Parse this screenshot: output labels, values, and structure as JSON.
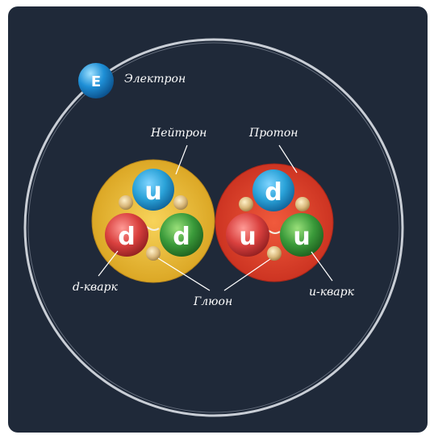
{
  "colors": {
    "background": "#1f2939",
    "neutron": "#e8b62c",
    "proton": "#e4412a",
    "quark_u_blue": "#2aa2d8",
    "quark_d_red": "#d9403e",
    "quark_green": "#3a9a3a",
    "gluon": "#d9b77a",
    "orbit": "#c9ced6",
    "electron": "#1e8fd6"
  },
  "electron": {
    "symbol": "E",
    "label": "Электрон"
  },
  "neutron": {
    "label": "Нейтрон",
    "quarks": [
      "u",
      "d",
      "d"
    ]
  },
  "proton": {
    "label": "Протон",
    "quarks": [
      "d",
      "u",
      "u"
    ]
  },
  "labels": {
    "d_quark": "d-кварк",
    "u_quark": "u-кварк",
    "gluon": "Глюон"
  }
}
